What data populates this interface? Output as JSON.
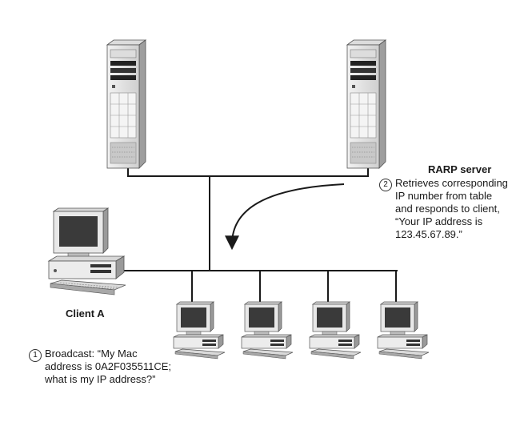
{
  "server_label": "RARP server",
  "step2": {
    "number": "2",
    "lines": [
      "Retrieves corresponding",
      "IP number from table",
      "and responds to client,",
      "“Your IP address is",
      "123.45.67.89.”"
    ]
  },
  "client_label": "Client A",
  "step1": {
    "number": "1",
    "lines": [
      "Broadcast: “My Mac",
      "address is 0A2F035511CE;",
      "what is my IP address?”"
    ]
  },
  "colors": {
    "line": "#1a1a1a",
    "device_light": "#e6e6e6",
    "device_mid": "#bdbdbd",
    "device_dark": "#555555"
  }
}
